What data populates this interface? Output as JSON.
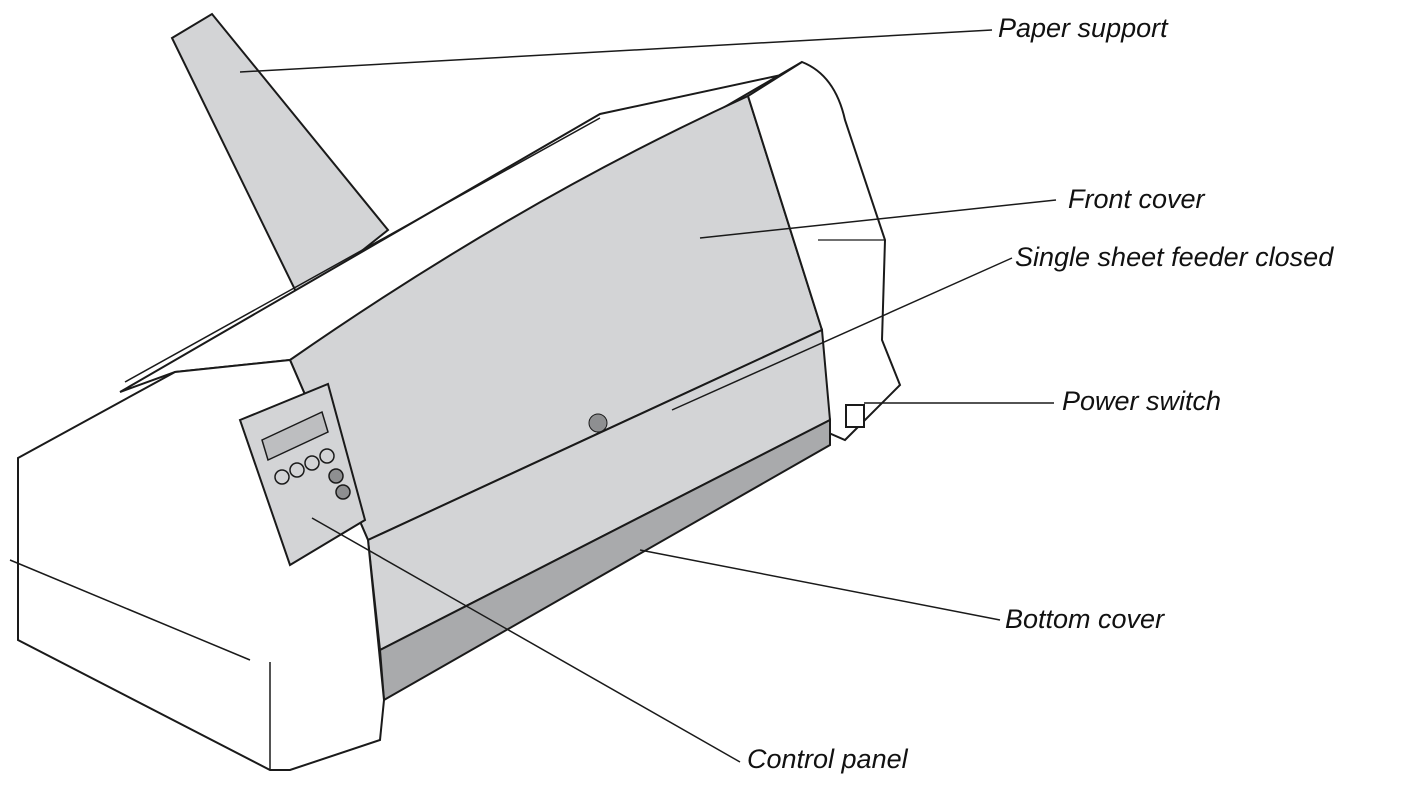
{
  "labels": {
    "paper_support": "Paper support",
    "front_cover": "Front cover",
    "single_sheet_feeder": "Single sheet feeder closed",
    "power_switch": "Power switch",
    "bottom_cover": "Bottom cover",
    "control_panel": "Control panel"
  },
  "colors": {
    "outline": "#1a1a1a",
    "body": "#ffffff",
    "cover_gray": "#d3d4d6",
    "bottom_gray": "#a9aaac",
    "panel_display": "#bdbec0",
    "button_dark": "#8e8f91"
  }
}
